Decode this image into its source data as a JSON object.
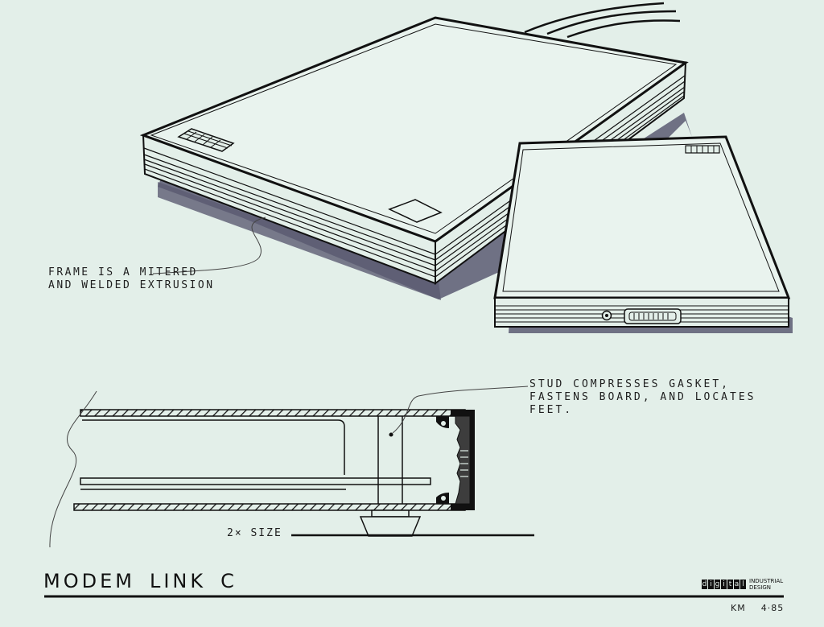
{
  "notes": {
    "frame": [
      "FRAME IS A MITERED",
      "AND WELDED EXTRUSION"
    ],
    "stud": [
      "STUD  COMPRESSES  GASKET,",
      "FASTENS  BOARD, AND  LOCATES",
      "FEET."
    ]
  },
  "scale_label": "2× SIZE",
  "title": {
    "words": [
      "MODEM",
      "LINK",
      "C"
    ]
  },
  "logo": {
    "brand_letters": [
      "d",
      "i",
      "g",
      "i",
      "t",
      "a",
      "l"
    ],
    "lines": [
      "INDUSTRIAL",
      "DESIGN"
    ]
  },
  "signature": {
    "initials": "KM",
    "date": "4·85"
  },
  "colors": {
    "paper": "#e3efe9",
    "ink": "#111111",
    "shadow": "#5b5b72",
    "gasket": "#3d3d3d"
  }
}
